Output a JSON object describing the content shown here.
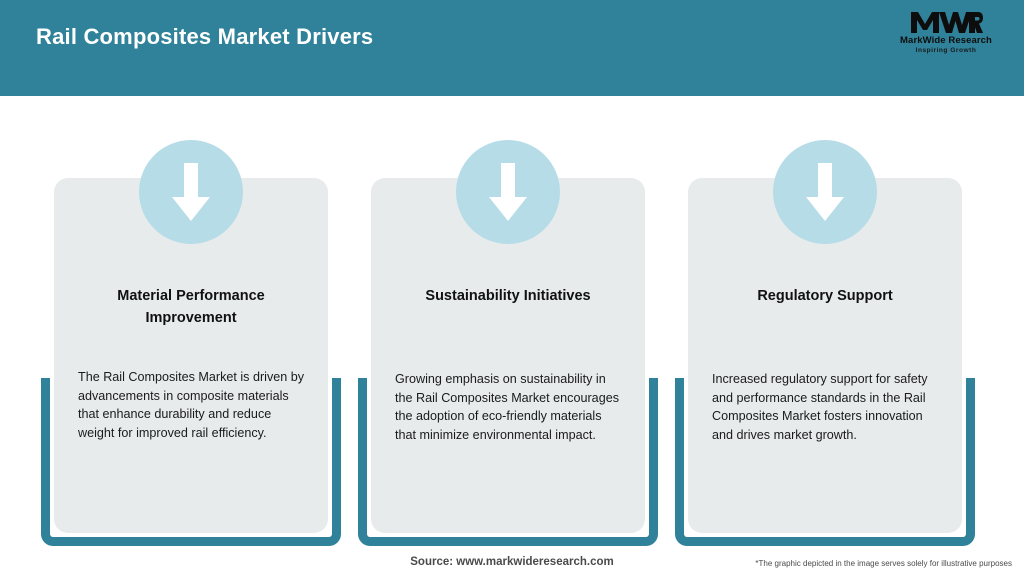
{
  "header": {
    "title": "Rail Composites Market Drivers",
    "background_color": "#2F8299",
    "title_color": "#FFFFFF"
  },
  "logo": {
    "mark_text": "MWR",
    "company_name": "MarkWide Research",
    "tagline": "Inspiring Growth"
  },
  "cards": [
    {
      "icon": "down-arrow-icon",
      "title": "Material Performance Improvement",
      "body": "The Rail Composites Market is driven by advancements in composite materials that enhance durability and reduce weight for improved rail efficiency."
    },
    {
      "icon": "down-arrow-icon",
      "title": "Sustainability Initiatives",
      "body": "Growing emphasis on sustainability in the Rail Composites Market encourages the adoption of eco-friendly materials that minimize environmental impact."
    },
    {
      "icon": "down-arrow-icon",
      "title": "Regulatory Support",
      "body": "Increased regulatory support for safety and performance standards in the Rail Composites Market fosters innovation and drives market growth."
    }
  ],
  "footer": {
    "source": "Source: www.markwideresearch.com",
    "disclaimer": "*The graphic depicted in the image serves solely for illustrative purposes"
  },
  "colors": {
    "teal": "#2F8299",
    "card_background": "#E7EBEC",
    "badge_blue": "#B6DCE8",
    "arrow_white": "#FFFFFF"
  }
}
